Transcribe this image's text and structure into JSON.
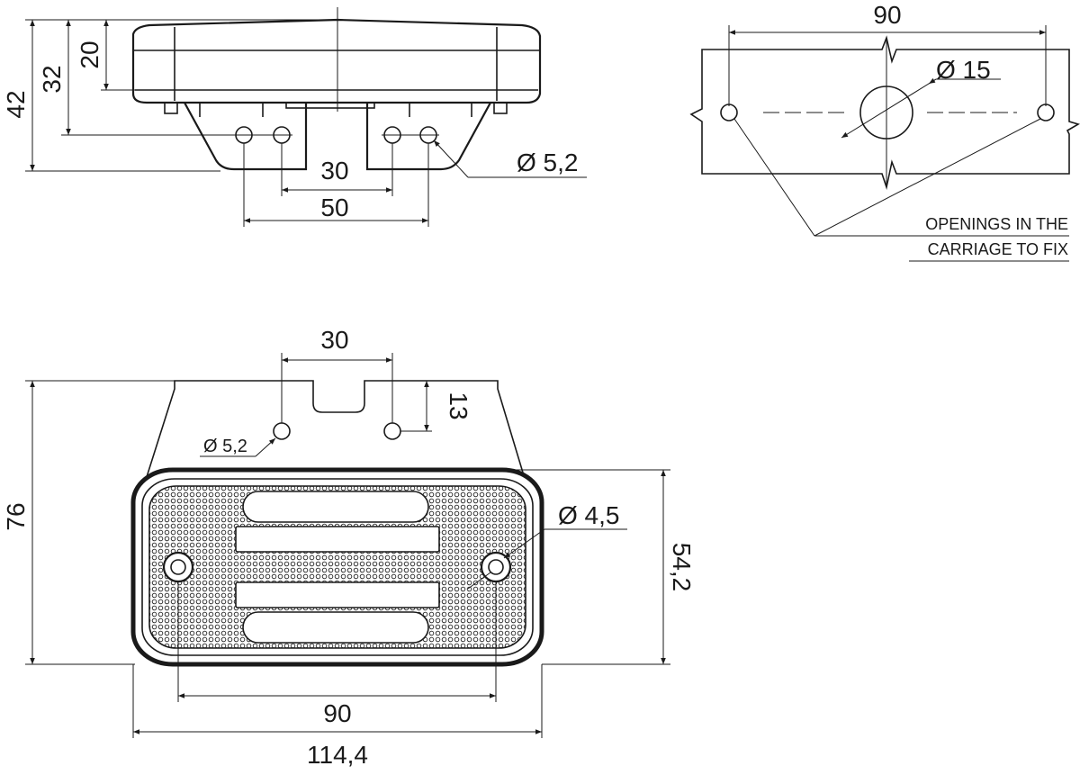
{
  "side_view": {
    "dim_height_total": "42",
    "dim_height_mid": "32",
    "dim_height_top": "20",
    "dim_hole_spacing_inner": "30",
    "dim_hole_spacing_outer": "50",
    "dim_hole_diameter": "Ø 5,2"
  },
  "carriage_view": {
    "dim_width": "90",
    "dim_center_hole": "Ø 15",
    "note_line1": "OPENINGS IN THE",
    "note_line2": "CARRIAGE TO FIX"
  },
  "front_view": {
    "dim_bracket_spacing": "30",
    "dim_bracket_height": "13",
    "dim_bracket_hole": "Ø 5,2",
    "dim_mount_hole": "Ø 4,5",
    "dim_height_total": "76",
    "dim_body_height": "54,2",
    "dim_mount_spacing": "90",
    "dim_overall_width": "114,4"
  }
}
